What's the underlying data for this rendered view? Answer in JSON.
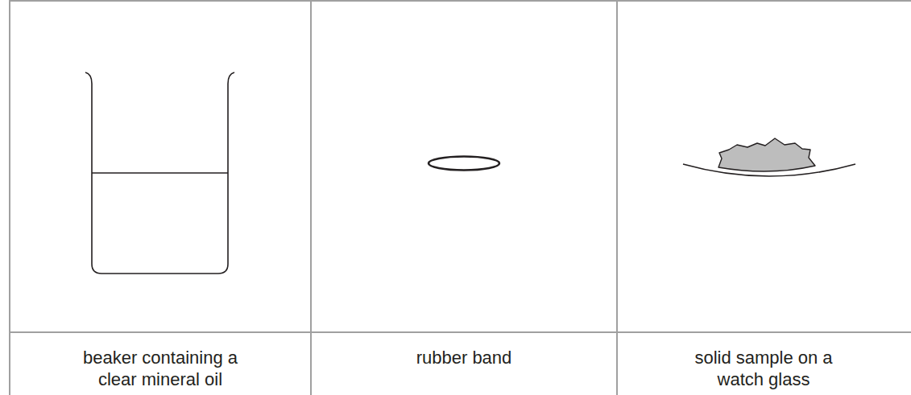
{
  "diagram": {
    "labels": [
      "beaker containing a clear mineral oil",
      "rubber band",
      "solid sample on a watch glass"
    ]
  }
}
